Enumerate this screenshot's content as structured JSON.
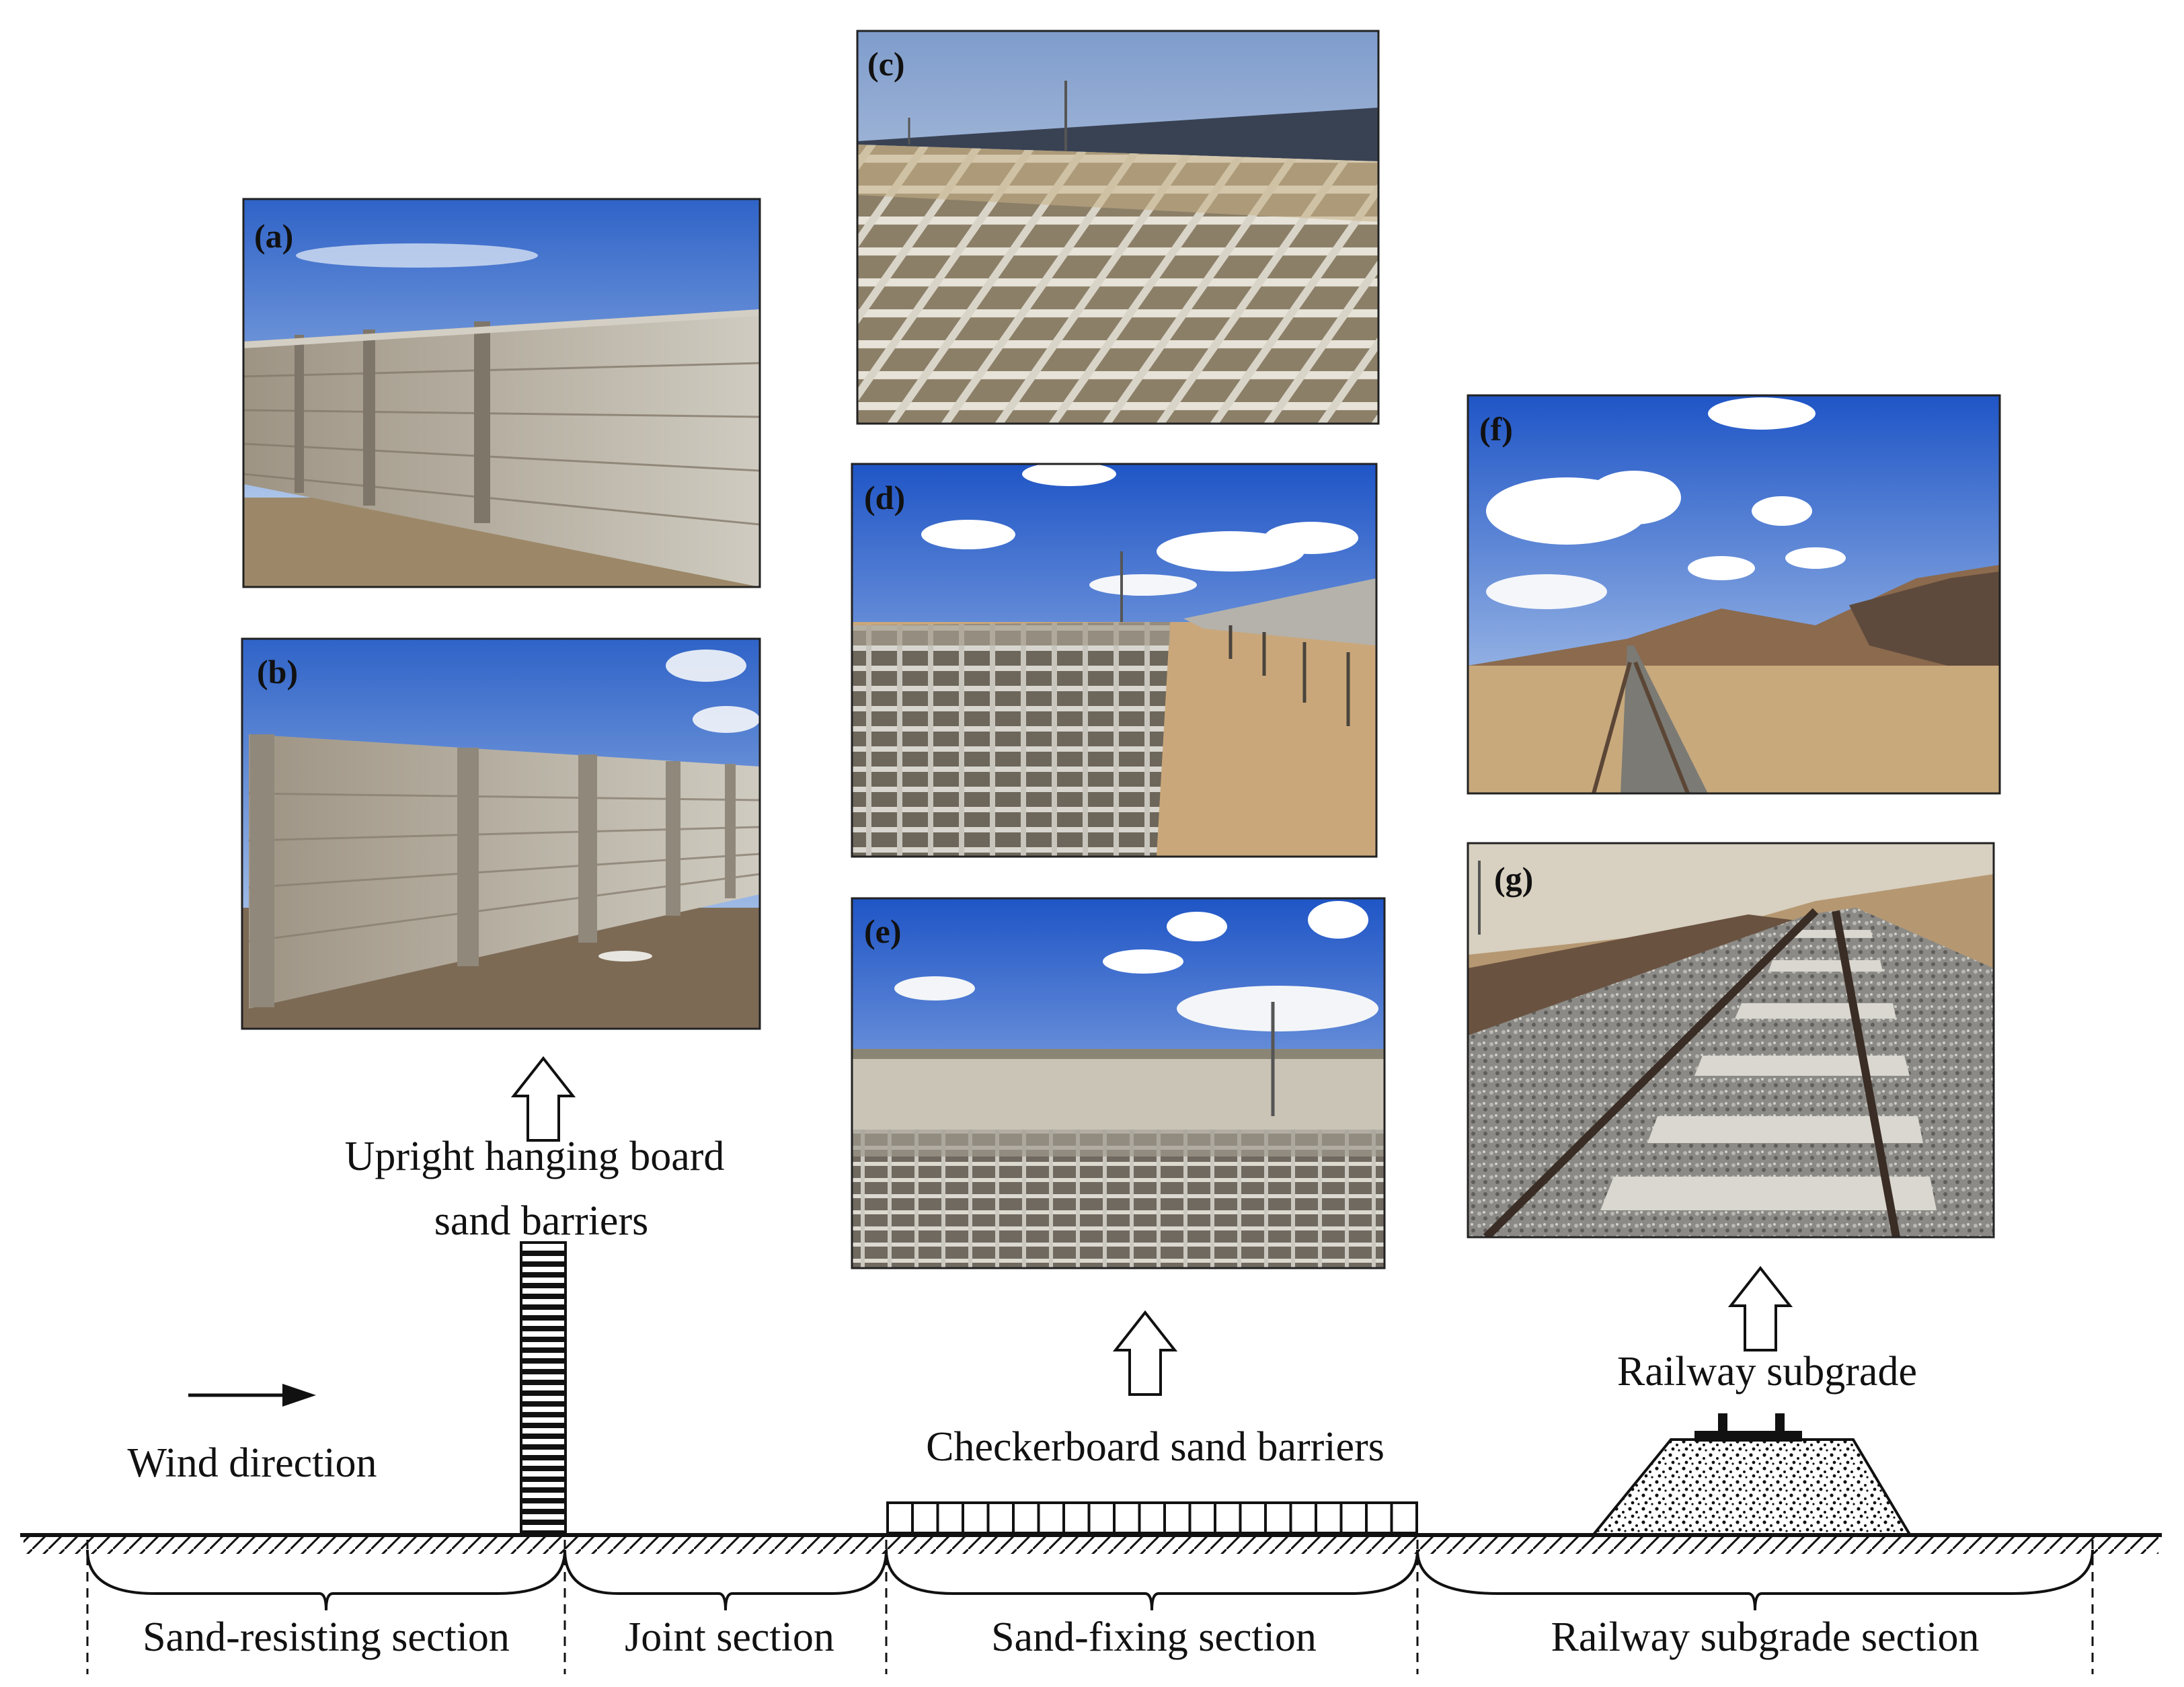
{
  "photos": [
    {
      "id": "a",
      "label": "(a)"
    },
    {
      "id": "b",
      "label": "(b)"
    },
    {
      "id": "c",
      "label": "(c)"
    },
    {
      "id": "d",
      "label": "(d)"
    },
    {
      "id": "e",
      "label": "(e)"
    },
    {
      "id": "f",
      "label": "(f)"
    },
    {
      "id": "g",
      "label": "(g)"
    }
  ],
  "labels": {
    "upright_line1": "Upright hanging board",
    "upright_line2": "sand barriers",
    "checkerboard": "Checkerboard sand barriers",
    "railway_subgrade": "Railway subgrade",
    "wind_direction": "Wind direction"
  },
  "sections": [
    {
      "id": "sand-resisting",
      "label": "Sand-resisting section"
    },
    {
      "id": "joint",
      "label": "Joint section"
    },
    {
      "id": "sand-fixing",
      "label": "Sand-fixing section"
    },
    {
      "id": "railway-subgrade",
      "label": "Railway subgrade section"
    }
  ],
  "colors": {
    "sky_top": "#2f63c8",
    "sky_bottom": "#bcd3ee",
    "sand": "#c8a878",
    "concrete": "#b8b2a6",
    "ink": "#111111"
  }
}
